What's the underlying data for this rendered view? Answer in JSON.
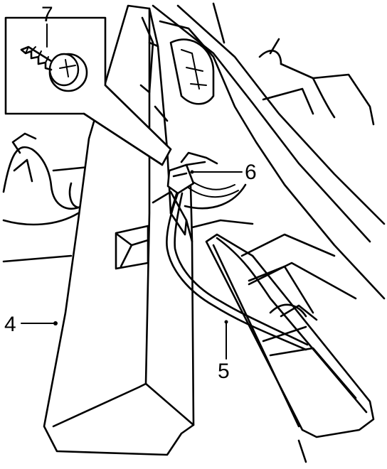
{
  "figure": {
    "callouts": [
      {
        "id": "screw",
        "label": "7"
      },
      {
        "id": "cover-panel",
        "label": "4"
      },
      {
        "id": "connector",
        "label": "6"
      },
      {
        "id": "wiring-harness",
        "label": "5"
      }
    ]
  }
}
